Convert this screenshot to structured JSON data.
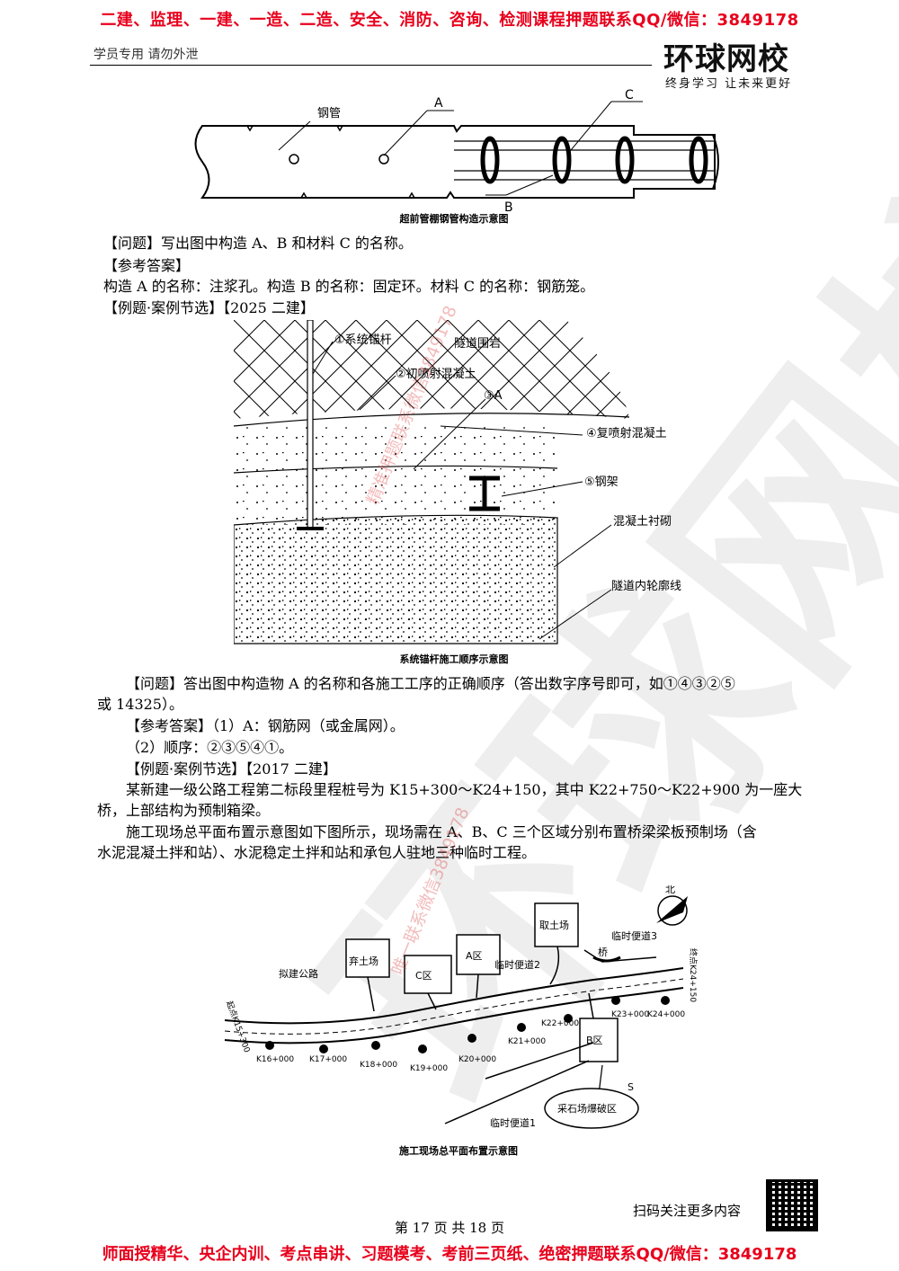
{
  "banner_top": "二建、监理、一建、一造、二造、安全、消防、咨询、检测课程押题联系QQ/微信：3849178",
  "banner_bottom": "师面授精华、央企内训、考点串讲、习题模考、考前三页纸、绝密押题联系QQ/微信：3849178",
  "header": {
    "note": "学员专用 请勿外泄",
    "logo": "环球网校",
    "slogan": "终身学习 让未来更好"
  },
  "figure1": {
    "caption": "超前管棚钢管构造示意图",
    "labels": {
      "pipe": "钢管",
      "a": "A",
      "b": "B",
      "c": "C"
    }
  },
  "q1": {
    "question": "【问题】写出图中构造 A、B 和材料 C 的名称。",
    "answer_head": "【参考答案】",
    "answer": "构造 A 的名称：注浆孔。构造 B 的名称：固定环。材料 C 的名称：钢筋笼。"
  },
  "example2_head": "【例题·案例节选】【2025 二建】",
  "figure2": {
    "caption": "系统锚杆施工顺序示意图",
    "labels": {
      "l1": "①系统锚杆",
      "rock": "隧道围岩",
      "l2": "②初喷射混凝土",
      "l3": "③A",
      "l4": "④复喷射混凝土",
      "l5": "⑤钢架",
      "lining": "混凝土衬砌",
      "contour": "隧道内轮廓线"
    }
  },
  "q2": {
    "question_l1": "【问题】答出图中构造物 A 的名称和各施工工序的正确顺序（答出数字序号即可，如①④③②⑤",
    "question_l2": "或 14325）。",
    "answer_l1": "【参考答案】（1）A：钢筋网（或金属网）。",
    "answer_l2": "（2）顺序：②③⑤④①。"
  },
  "example3_head": "【例题·案例节选】【2017 二建】",
  "case3": {
    "p1_l1": "某新建一级公路工程第二标段里程桩号为 K15+300～K24+150，其中 K22+750～K22+900 为一座大",
    "p1_l2": "桥，上部结构为预制箱梁。",
    "p2_l1": "施工现场总平面布置示意图如下图所示，现场需在 A、B、C 三个区域分别布置桥梁梁板预制场（含",
    "p2_l2": "水泥混凝土拌和站）、水泥稳定土拌和站和承包人驻地三种临时工程。"
  },
  "figure3": {
    "caption": "施工现场总平面布置示意图",
    "labels": {
      "north": "北",
      "quarry_soil": "取土场",
      "spoil": "弃土场",
      "zone_c": "C区",
      "zone_a": "A区",
      "zone_b": "B区",
      "road2": "临时便道2",
      "road3": "临时便道3",
      "road1": "临时便道1",
      "bridge": "桥",
      "planned_road": "拟建公路",
      "start": "起点K15+300",
      "end": "终点K24+150",
      "quarry": "采石场爆破区",
      "s": "S"
    },
    "stakes": [
      "K16+000",
      "K17+000",
      "K18+000",
      "K19+000",
      "K20+000",
      "K21+000",
      "K22+000",
      "K23+000",
      "K24+000"
    ]
  },
  "footer": {
    "qr_text": "扫码关注更多内容",
    "page": "第 17 页 共 18 页"
  },
  "watermarks": {
    "big": "环球网校",
    "red1": "精准押题联系微信3849178",
    "red2": "唯一联系微信3849178"
  }
}
